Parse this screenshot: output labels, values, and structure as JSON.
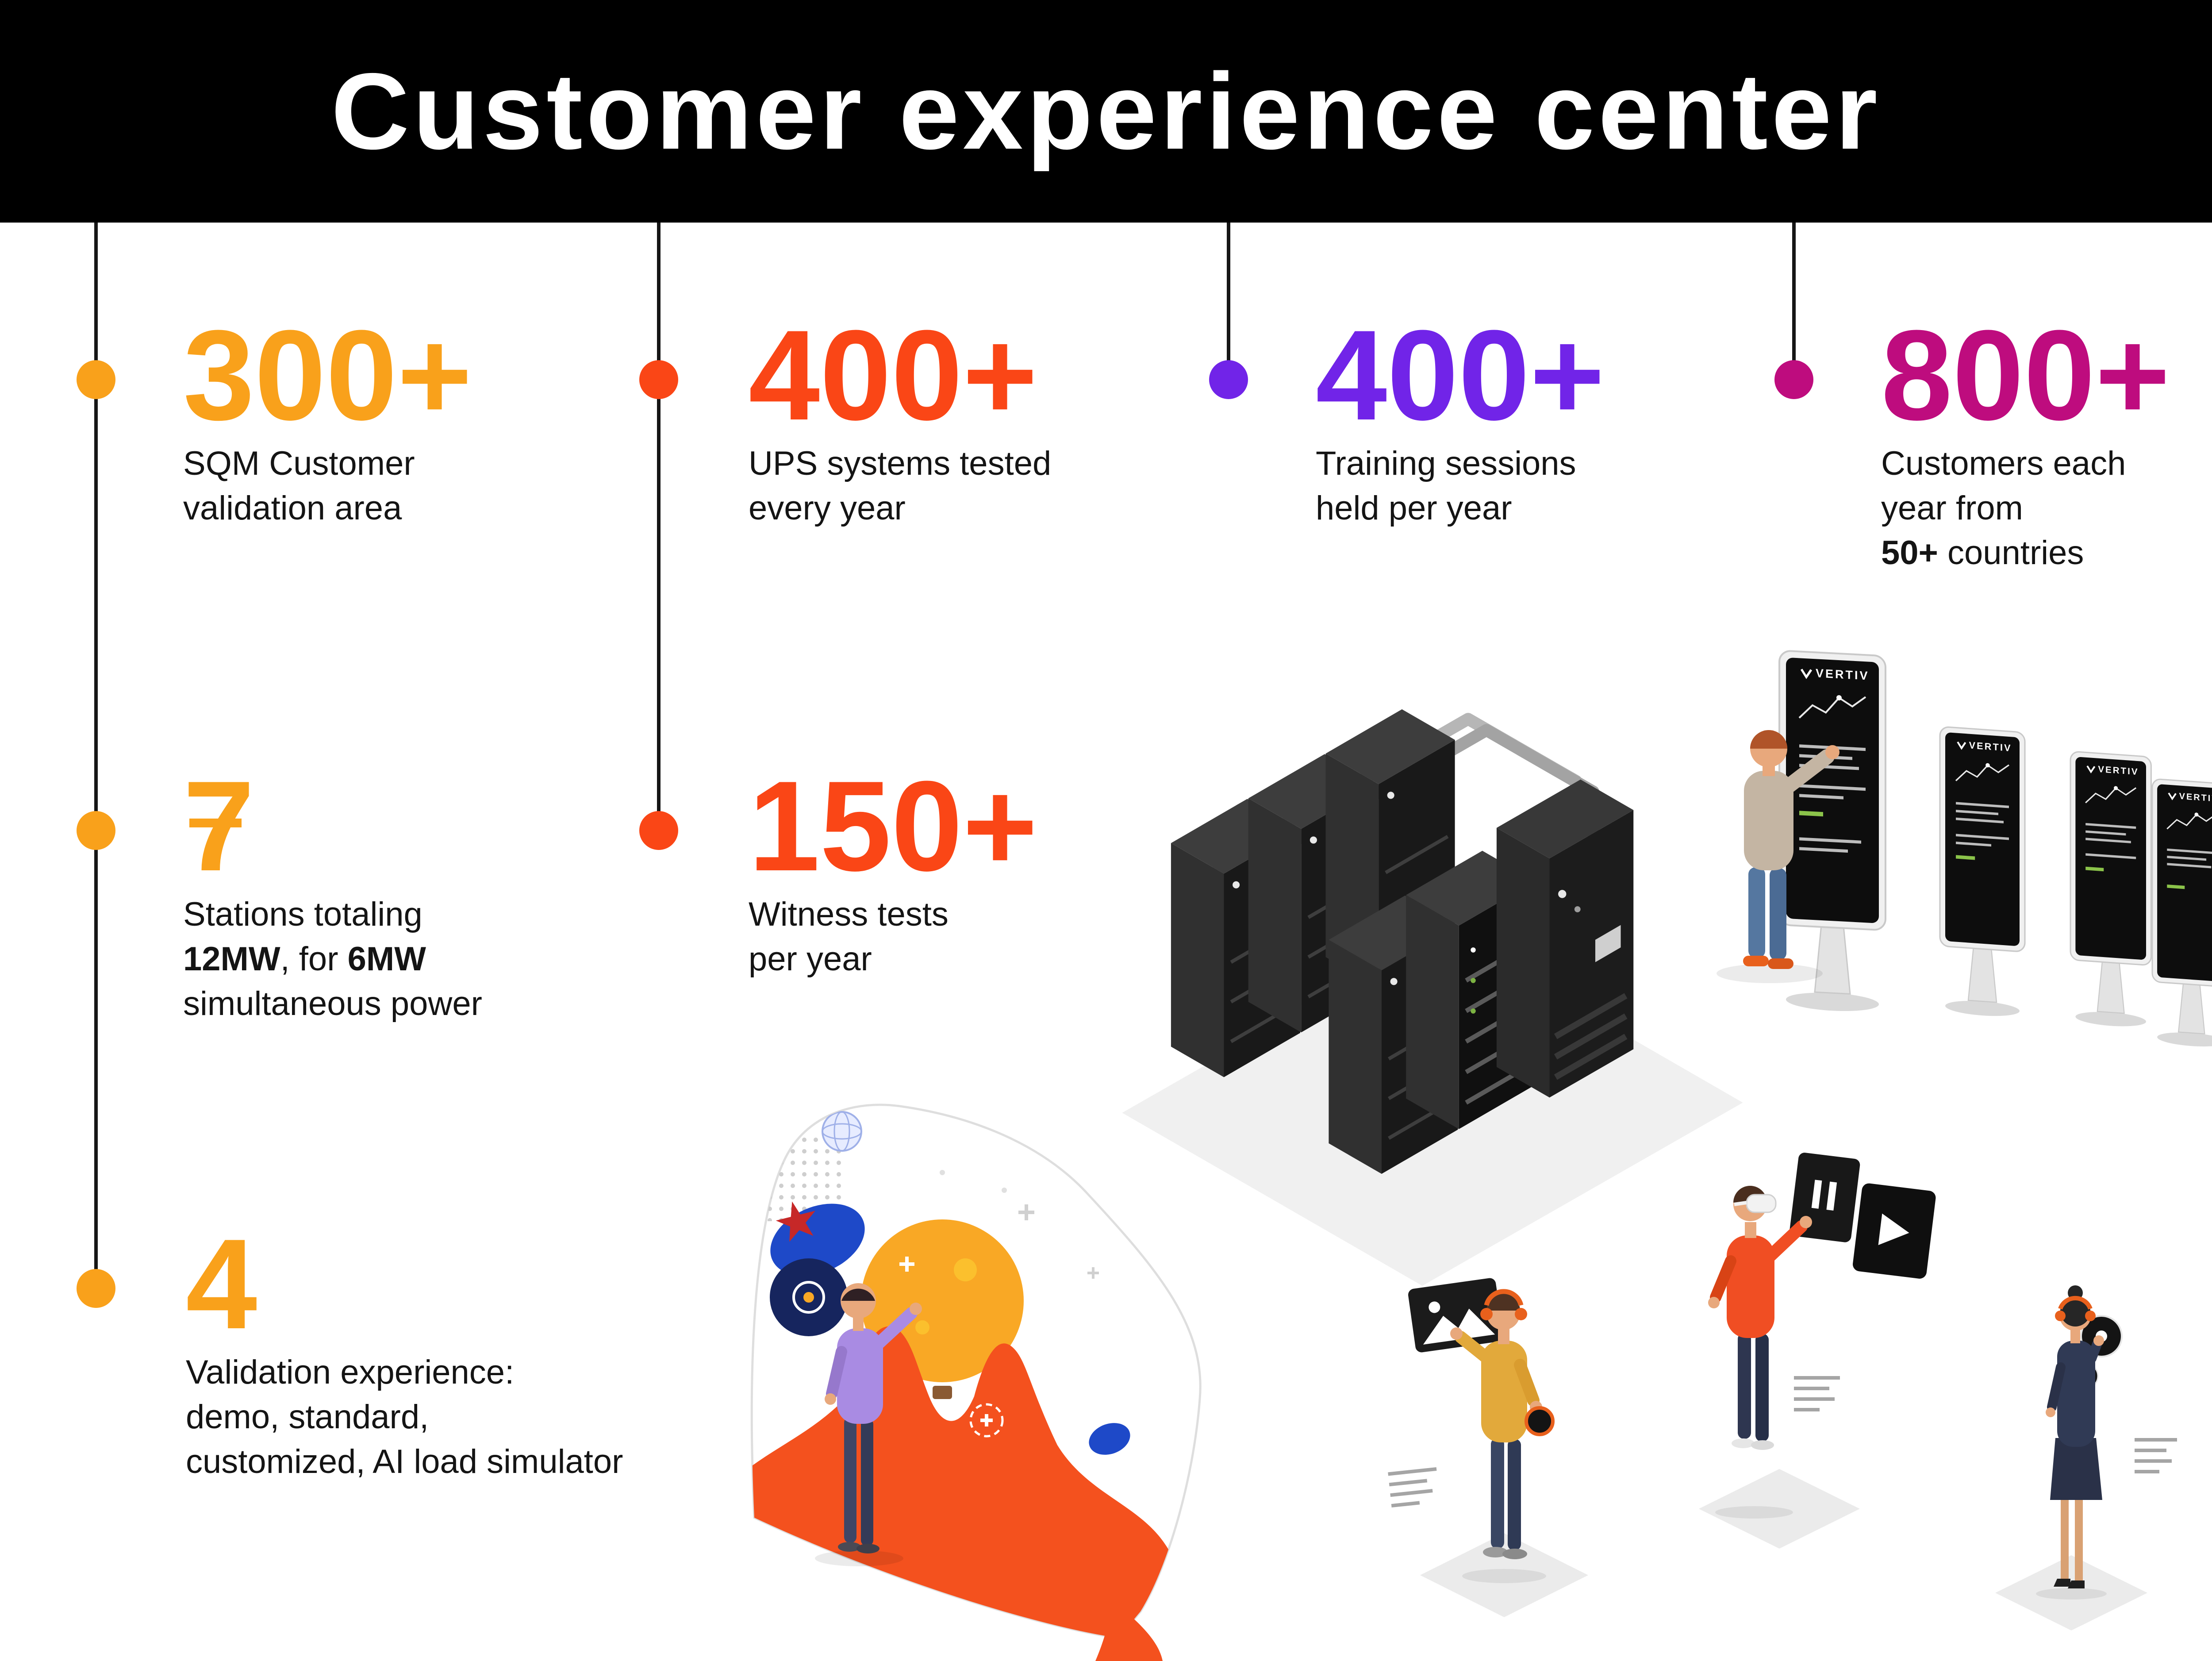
{
  "page": {
    "title": "Customer experience center",
    "background": "#ffffff",
    "header_bg": "#000000",
    "line_color": "#161616"
  },
  "stats": [
    {
      "value": "300+",
      "color": "#F9A11B",
      "line1": "SQM Customer",
      "line2": "validation area"
    },
    {
      "value": "400+",
      "color": "#FA4616",
      "line1": "UPS systems tested",
      "line2": "every year"
    },
    {
      "value": "400+",
      "color": "#7124E8",
      "line1": "Training sessions",
      "line2": "held per year"
    },
    {
      "value": "800+",
      "color": "#BE0C7E",
      "line1": "Customers each",
      "line2": "year from",
      "line3_bold": "50+",
      "line3_rest": " countries"
    },
    {
      "value": "7",
      "color": "#F9A11B",
      "line1": "Stations totaling",
      "line2_bold1": "12MW",
      "line2_mid": ", for ",
      "line2_bold2": "6MW",
      "line3": "simultaneous power"
    },
    {
      "value": "150+",
      "color": "#FA4616",
      "line1": "Witness tests",
      "line2": "per year"
    },
    {
      "value": "4",
      "color": "#F9A11B",
      "line1": "Validation experience:",
      "line2": "demo, standard,",
      "line3": "customized, AI load simulator"
    }
  ],
  "illustrations": {
    "kiosk_brand": "VERTIV"
  }
}
